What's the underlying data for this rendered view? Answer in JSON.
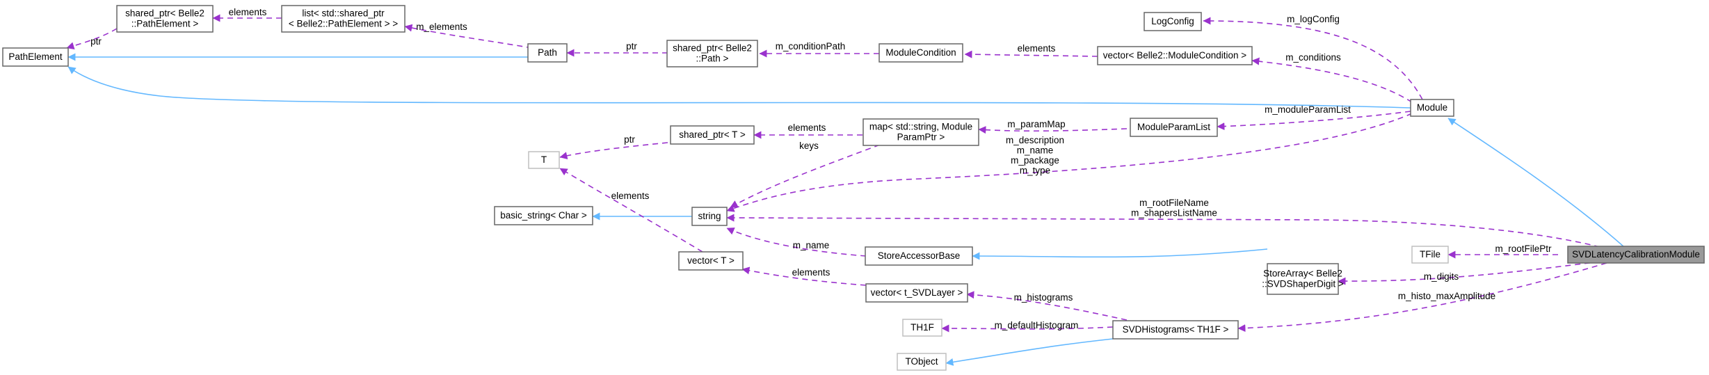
{
  "nodes": {
    "svd_latency": [
      "SVDLatencyCalibrationModule"
    ],
    "module": [
      "Module"
    ],
    "path_element": [
      "PathElement"
    ],
    "shared_ptr_pathelement": [
      "shared_ptr< Belle2",
      "::PathElement >"
    ],
    "list_shared_ptr": [
      "list< std::shared_ptr",
      "< Belle2::PathElement > >"
    ],
    "path": [
      "Path"
    ],
    "shared_ptr_path": [
      "shared_ptr< Belle2",
      "::Path >"
    ],
    "module_condition": [
      "ModuleCondition"
    ],
    "vector_modulecondition": [
      "vector< Belle2::ModuleCondition >"
    ],
    "logconfig": [
      "LogConfig"
    ],
    "map_string": [
      "map< std::string, Module",
      "ParamPtr >"
    ],
    "moduleparamlist": [
      "ModuleParamList"
    ],
    "shared_ptr_t": [
      "shared_ptr< T >"
    ],
    "t": [
      "T"
    ],
    "basic_string": [
      "basic_string< Char >"
    ],
    "string": [
      "string"
    ],
    "vector_t": [
      "vector< T >"
    ],
    "storeaccessorbase": [
      "StoreAccessorBase"
    ],
    "storearray": [
      "StoreArray< Belle2",
      "::SVDShaperDigit >"
    ],
    "tfile": [
      "TFile"
    ],
    "vector_svdlayer": [
      "vector< t_SVDLayer >"
    ],
    "th1f": [
      "TH1F"
    ],
    "svdhistograms": [
      "SVDHistograms< TH1F >"
    ],
    "tobject": [
      "TObject"
    ]
  },
  "edge_labels": {
    "ptr_pe": [
      "ptr"
    ],
    "elements_list": [
      "elements"
    ],
    "m_elements": [
      "m_elements"
    ],
    "ptr_path": [
      "ptr"
    ],
    "m_conditionPath": [
      "m_conditionPath"
    ],
    "elements_cond": [
      "elements"
    ],
    "m_logConfig": [
      "m_logConfig"
    ],
    "m_conditions": [
      "m_conditions"
    ],
    "m_moduleParamList": [
      "m_moduleParamList"
    ],
    "m_paramMap": [
      "m_paramMap"
    ],
    "elements_sp": [
      "elements"
    ],
    "keys": [
      "keys"
    ],
    "ptr_t": [
      "ptr"
    ],
    "module_strings": [
      "m_description",
      "m_name",
      "m_package",
      "m_type"
    ],
    "elements_vt": [
      "elements"
    ],
    "root_strings": [
      "m_rootFileName",
      "m_shapersListName"
    ],
    "m_name_sab": [
      "m_name"
    ],
    "elements_vl": [
      "elements"
    ],
    "m_rootFilePtr": [
      "m_rootFilePtr"
    ],
    "m_digits": [
      "m_digits"
    ],
    "m_histo_maxAmplitude": [
      "m_histo_maxAmplitude"
    ],
    "m_histograms": [
      "m_histograms"
    ],
    "m_defaultHistogram": [
      "m_defaultHistogram"
    ]
  },
  "colors": {
    "inheritance_edge": "#63b8ff",
    "usage_edge": "#9a32cd",
    "focus_fill": "#999999",
    "node_border": "#666666",
    "external_border": "#bfbfbf"
  }
}
